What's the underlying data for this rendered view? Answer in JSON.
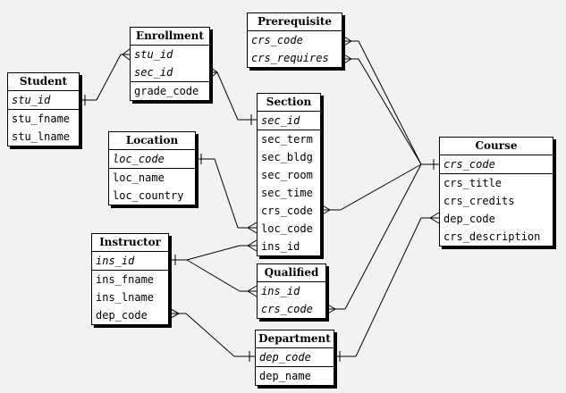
{
  "entities": [
    {
      "id": "prerequisite",
      "title": "Prerequisite",
      "attributes": [
        {
          "name": "crs_code",
          "key": true
        },
        {
          "name": "crs_requires",
          "key": true
        }
      ]
    },
    {
      "id": "enrollment",
      "title": "Enrollment",
      "attributes": [
        {
          "name": "stu_id",
          "key": true
        },
        {
          "name": "sec_id",
          "key": true
        },
        {
          "name": "grade_code",
          "key": false
        }
      ]
    },
    {
      "id": "student",
      "title": "Student",
      "attributes": [
        {
          "name": "stu_id",
          "key": true
        },
        {
          "name": "stu_fname",
          "key": false
        },
        {
          "name": "stu_lname",
          "key": false
        }
      ]
    },
    {
      "id": "section",
      "title": "Section",
      "attributes": [
        {
          "name": "sec_id",
          "key": true
        },
        {
          "name": "sec_term",
          "key": false
        },
        {
          "name": "sec_bldg",
          "key": false
        },
        {
          "name": "sec_room",
          "key": false
        },
        {
          "name": "sec_time",
          "key": false
        },
        {
          "name": "crs_code",
          "key": false
        },
        {
          "name": "loc_code",
          "key": false
        },
        {
          "name": "ins_id",
          "key": false
        }
      ]
    },
    {
      "id": "location",
      "title": "Location",
      "attributes": [
        {
          "name": "loc_code",
          "key": true
        },
        {
          "name": "loc_name",
          "key": false
        },
        {
          "name": "loc_country",
          "key": false
        }
      ]
    },
    {
      "id": "course",
      "title": "Course",
      "attributes": [
        {
          "name": "crs_code",
          "key": true
        },
        {
          "name": "crs_title",
          "key": false
        },
        {
          "name": "crs_credits",
          "key": false
        },
        {
          "name": "dep_code",
          "key": false
        },
        {
          "name": "crs_description",
          "key": false
        }
      ]
    },
    {
      "id": "instructor",
      "title": "Instructor",
      "attributes": [
        {
          "name": "ins_id",
          "key": true
        },
        {
          "name": "ins_fname",
          "key": false
        },
        {
          "name": "ins_lname",
          "key": false
        },
        {
          "name": "dep_code",
          "key": false
        }
      ]
    },
    {
      "id": "qualified",
      "title": "Qualified",
      "attributes": [
        {
          "name": "ins_id",
          "key": true
        },
        {
          "name": "crs_code",
          "key": true
        }
      ]
    },
    {
      "id": "department",
      "title": "Department",
      "attributes": [
        {
          "name": "dep_code",
          "key": true
        },
        {
          "name": "dep_name",
          "key": false
        }
      ]
    }
  ],
  "relationships": [
    {
      "from": "student.stu_id",
      "from_card": "one",
      "to": "enrollment.stu_id",
      "to_card": "many"
    },
    {
      "from": "enrollment.sec_id",
      "from_card": "many",
      "to": "section.sec_id",
      "to_card": "one"
    },
    {
      "from": "location.loc_code",
      "from_card": "one",
      "to": "section.loc_code",
      "to_card": "many"
    },
    {
      "from": "instructor.ins_id",
      "from_card": "one",
      "to": "section.ins_id",
      "to_card": "many"
    },
    {
      "from": "instructor.ins_id",
      "from_card": "one",
      "to": "qualified.ins_id",
      "to_card": "many"
    },
    {
      "from": "instructor.dep_code",
      "from_card": "many",
      "to": "department.dep_code",
      "to_card": "one"
    },
    {
      "from": "prerequisite.crs_code",
      "from_card": "many",
      "to": "course.crs_code",
      "to_card": "one"
    },
    {
      "from": "prerequisite.crs_requires",
      "from_card": "many",
      "to": "course.crs_code",
      "to_card": "one"
    },
    {
      "from": "section.crs_code",
      "from_card": "many",
      "to": "course.crs_code",
      "to_card": "one"
    },
    {
      "from": "qualified.crs_code",
      "from_card": "many",
      "to": "course.crs_code",
      "to_card": "one"
    },
    {
      "from": "department.dep_code",
      "from_card": "one",
      "to": "course.dep_code",
      "to_card": "many"
    }
  ]
}
